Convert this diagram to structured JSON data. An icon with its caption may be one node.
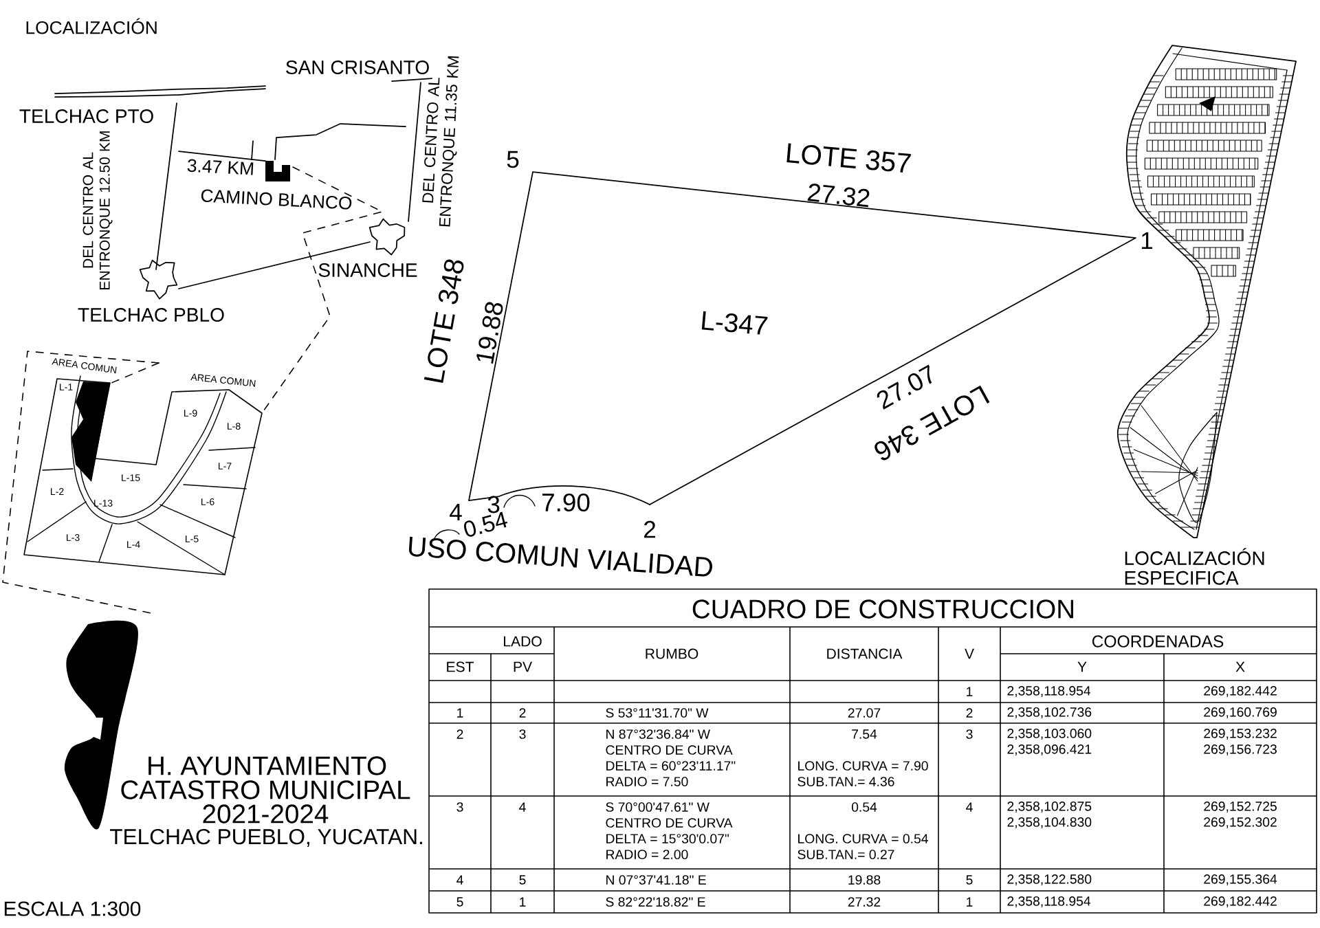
{
  "diagram": {
    "labels": [
      "LOCALIZACIÓN",
      "SAN CRISANTO",
      "TELCHAC PTO",
      "DEL CENTRO AL ENTRONQUE 12.50 KM",
      "3.47 KM",
      "CAMINO BLANCO",
      "DEL CENTRO AL ENTRONQUE 11.35 KM",
      "SINANCHE",
      "TELCHAC PBLO",
      "AREA COMUN",
      "L-1",
      "AREA COMUN",
      "L-9",
      "L-8",
      "L-15",
      "L-7",
      "L-2",
      "L-13",
      "L-6",
      "L-3",
      "L-4",
      "L-5",
      "5",
      "LOTE 357",
      "27.32",
      "LOTE 348",
      "19.88",
      "1",
      "L-347",
      "27.07",
      "LOTE 346",
      "4",
      "3",
      "7.90",
      "0.54",
      "2",
      "USO COMUN VIALIDAD",
      "LOCALIZACIÓN ESPECIFICA",
      "H. AYUNTAMIENTO",
      "CATASTRO MUNICIPAL",
      "2021-2024",
      "TELCHAC PUEBLO, YUCATAN.",
      "ESCALA 1:300",
      "CUADRO DE CONSTRUCCION",
      "LADO",
      "RUMBO",
      "DISTANCIA",
      "V",
      "COORDENADAS",
      "EST",
      "PV",
      "Y",
      "X",
      "1",
      "2,358,118.954",
      "269,182.442",
      "1",
      "2",
      "S 53°11'31.70\" W",
      "27.07",
      "2",
      "2,358,102.736",
      "269,160.769",
      "2",
      "3",
      "N 87°32'36.84\" W",
      "7.54",
      "3",
      "2,358,103.060",
      "269,153.232",
      "CENTRO DE CURVA",
      "2,358,096.421",
      "269,156.723",
      "DELTA = 60°23'11.17\"",
      "LONG. CURVA = 7.90",
      "RADIO = 7.50",
      "SUB.TAN.= 4.36",
      "3",
      "4",
      "S 70°00'47.61\" W",
      "0.54",
      "4",
      "2,358,102.875",
      "269,152.725",
      "CENTRO DE CURVA",
      "2,358,104.830",
      "269,152.302",
      "DELTA = 15°30'0.07\"",
      "LONG. CURVA = 0.54",
      "RADIO = 2.00",
      "SUB.TAN.= 0.27",
      "4",
      "5",
      "N 07°37'41.18\" E",
      "19.88",
      "5",
      "2,358,122.580",
      "269,155.364",
      "5",
      "1",
      "S 82°22'18.82\" E",
      "27.32",
      "1",
      "2,358,118.954",
      "269,182.442"
    ]
  }
}
